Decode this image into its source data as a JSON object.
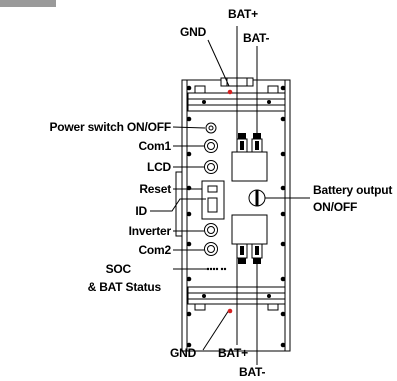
{
  "labels": {
    "gnd_top": "GND",
    "bat_plus_top": "BAT+",
    "bat_minus_top": "BAT-",
    "power_switch": "Power switch ON/OFF",
    "com1": "Com1",
    "lcd": "LCD",
    "reset": "Reset",
    "id": "ID",
    "inverter": "Inverter",
    "com2": "Com2",
    "soc": "SOC",
    "bat_status": "& BAT Status",
    "battery_output_line1": "Battery output",
    "battery_output_line2": "ON/OFF",
    "gnd_bottom": "GND",
    "bat_plus_bottom": "BAT+",
    "bat_minus_bottom": "BAT-"
  },
  "colors": {
    "line": "#000000",
    "panel": "#ffffff",
    "screw_red": "#d42020",
    "corner_bar": "#9a9a9a"
  }
}
